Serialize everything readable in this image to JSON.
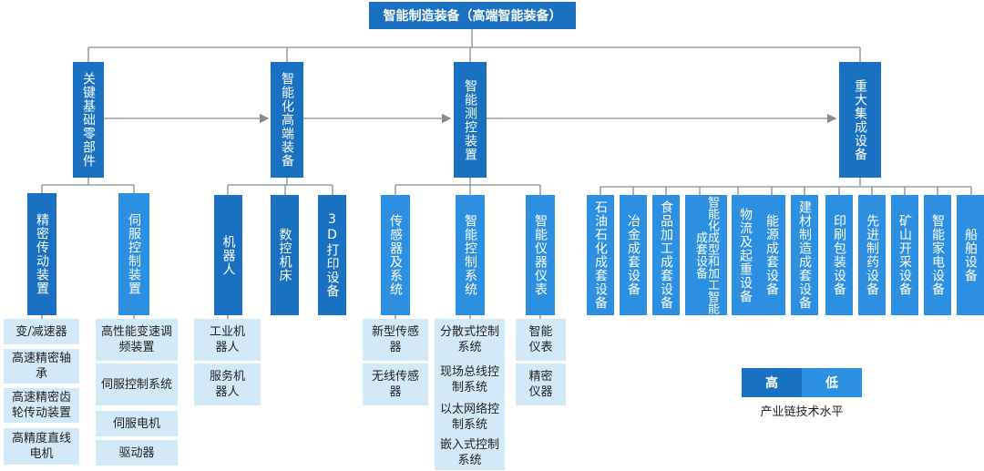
{
  "root": "智能制造装备（高端智能装备）",
  "categories": [
    {
      "label": "关键基础零部件",
      "children": [
        {
          "label": "精密传动装置",
          "leaves": [
            "变/减速器",
            "高速精密轴承",
            "高速精密齿轮传动装置",
            "高精度直线电机"
          ]
        },
        {
          "label": "伺服控制装置",
          "leaves": [
            "高性能变速调频装置",
            "伺服控制系统",
            "伺服电机",
            "驱动器"
          ]
        }
      ]
    },
    {
      "label": "智能化高端装备",
      "children": [
        {
          "label": "机器人",
          "leaves": [
            "工业机器人",
            "服务机器人"
          ]
        },
        {
          "label": "数控机床",
          "leaves": []
        },
        {
          "label": "3D打印设备",
          "leaves": []
        }
      ]
    },
    {
      "label": "智能测控装置",
      "children": [
        {
          "label": "传感器及系统",
          "leaves": [
            "新型传感器",
            "无线传感器"
          ]
        },
        {
          "label": "智能控制系统",
          "leaves": [
            "分散式控制系统",
            "现场总线控制系统",
            "以太网络控制系统",
            "嵌入式控制系统"
          ]
        },
        {
          "label": "智能仪器仪表",
          "leaves": [
            "智能仪表",
            "精密仪器"
          ]
        }
      ]
    },
    {
      "label": "重大集成设备",
      "children": [
        {
          "label": "石油石化成套设备"
        },
        {
          "label": "冶金成套设备"
        },
        {
          "label": "食品加工成套设备"
        },
        {
          "label": "智能化成型和加工智能成套设备"
        },
        {
          "label": "物流及起重设备"
        },
        {
          "label": "能源成套设备"
        },
        {
          "label": "建材制造成套设备"
        },
        {
          "label": "印刷包装设备"
        },
        {
          "label": "先进制药设备"
        },
        {
          "label": "矿山开采设备"
        },
        {
          "label": "智能家电设备"
        },
        {
          "label": "船舶设备"
        }
      ]
    }
  ],
  "legend": {
    "high": "高",
    "low": "低",
    "caption": "产业链技术水平"
  },
  "colors": {
    "high": "#1a71c1",
    "low": "#2d8fe0",
    "leaf": "#d4e9f8",
    "line": "#8c8c8c"
  }
}
